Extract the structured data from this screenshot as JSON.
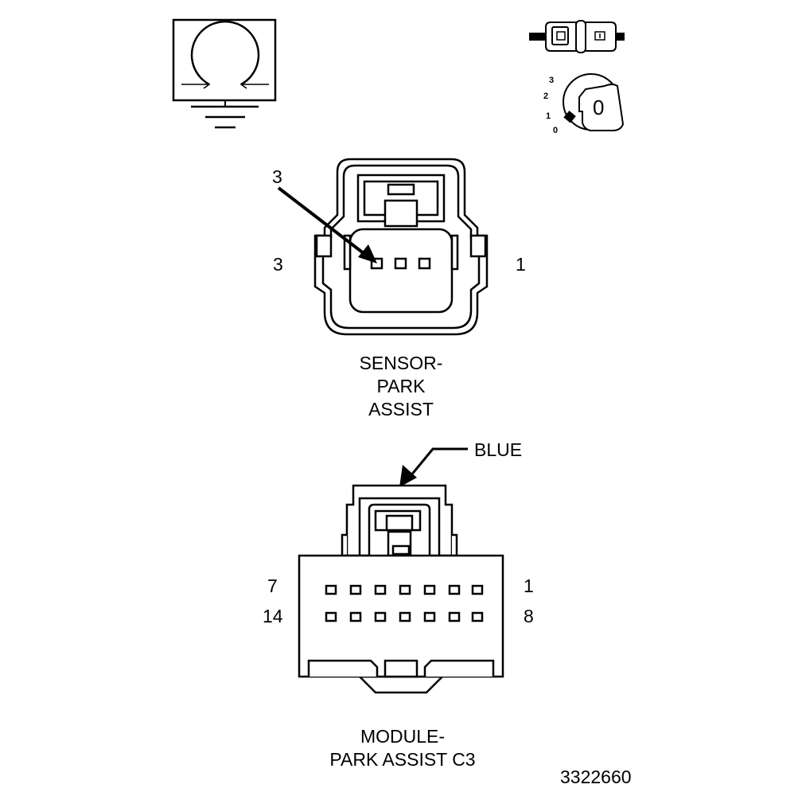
{
  "sensor": {
    "callout_pin": "3",
    "left_pin": "3",
    "right_pin": "1",
    "caption_lines": [
      "SENSOR-",
      "PARK",
      "ASSIST"
    ]
  },
  "module": {
    "color_label": "BLUE",
    "row1_left": "7",
    "row1_right": "1",
    "row2_left": "14",
    "row2_right": "8",
    "caption_lines": [
      "MODULE-",
      "PARK ASSIST C3"
    ]
  },
  "ignition_key": {
    "positions": [
      "3",
      "2",
      "1",
      "0"
    ],
    "key_label": "0"
  },
  "figure_number": "3322660"
}
